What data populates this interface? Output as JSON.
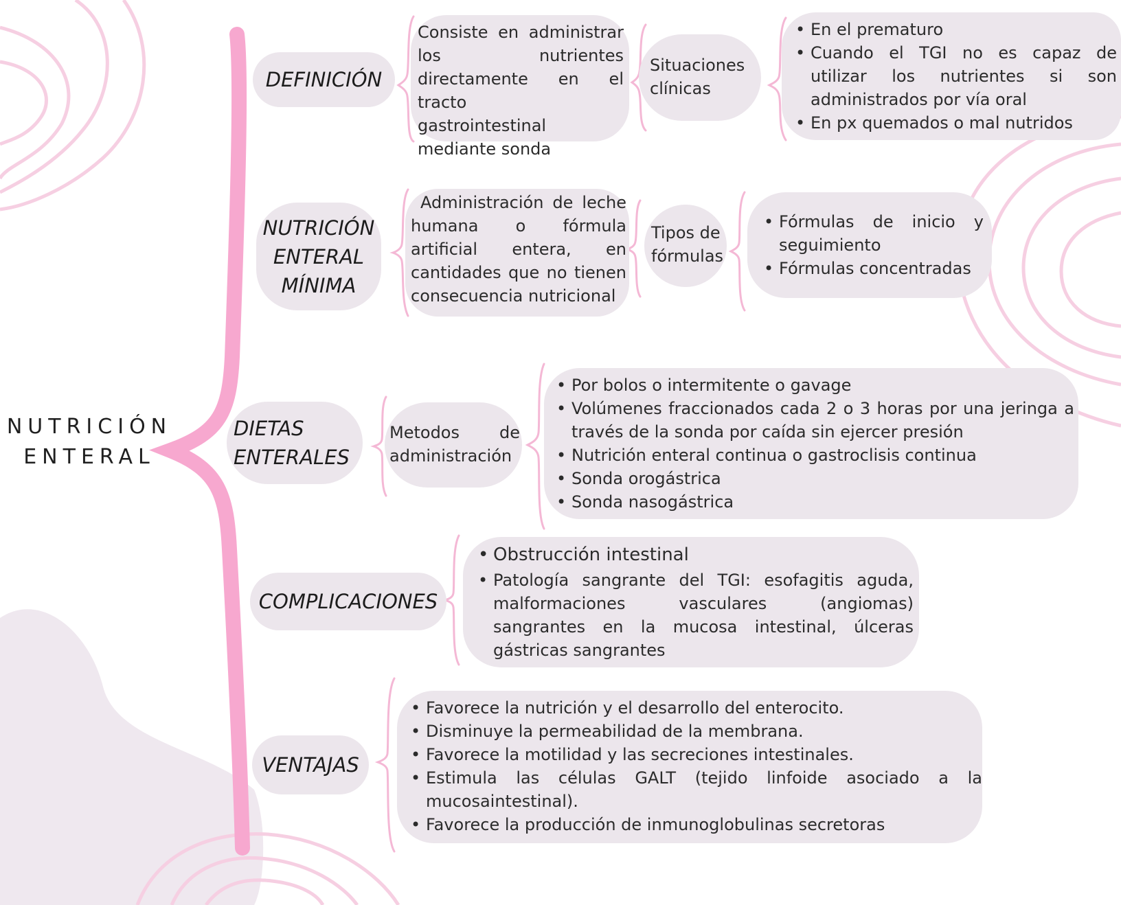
{
  "title": {
    "line1": "NUTRICIÓN",
    "line2": "ENTERAL"
  },
  "colors": {
    "main_bracket": "#f7a8cf",
    "sub_bracket": "#f4b8d5",
    "pill": "#ece6ec",
    "swirl": "#f6cfe2",
    "blob": "#efe8ef"
  },
  "branches": {
    "definicion": {
      "label": "DEFINICIÓN",
      "description": [
        "Consiste en administrar",
        "los nutrientes",
        "directamente en el tracto",
        "gastrointestinal",
        "mediante sonda"
      ],
      "sublabel": [
        "Situaciones",
        "clínicas"
      ],
      "items": [
        "En el prematuro",
        "Cuando el TGI no es capaz de utilizar los nutrientes si son administrados por vía oral",
        "En px quemados o mal nutridos"
      ]
    },
    "minima": {
      "label": [
        "NUTRICIÓN",
        "ENTERAL",
        "MÍNIMA"
      ],
      "description": [
        "Administración de leche",
        "humana o fórmula",
        "artificial entera, en",
        "cantidades que no tienen",
        "consecuencia nutricional"
      ],
      "sublabel": [
        "Tipos de",
        "fórmulas"
      ],
      "items": [
        "Fórmulas de inicio y seguimiento",
        "Fórmulas concentradas"
      ]
    },
    "dietas": {
      "label": [
        "DIETAS",
        "ENTERALES"
      ],
      "sublabel": [
        "Metodos de",
        "administración"
      ],
      "items": [
        "Por bolos o intermitente o gavage",
        "Volúmenes fraccionados cada 2 o 3 horas por una jeringa a través de la sonda por caída sin ejercer presión",
        "Nutrición enteral continua o gastroclisis continua",
        "Sonda orogástrica",
        "Sonda nasogástrica"
      ]
    },
    "complicaciones": {
      "label": "COMPLICACIONES",
      "items": [
        "Obstrucción intestinal",
        "Patología sangrante del TGI: esofagitis aguda, malformaciones vasculares (angiomas) sangrantes en la mucosa intestinal, úlceras gástricas sangrantes"
      ]
    },
    "ventajas": {
      "label": "VENTAJAS",
      "items": [
        "Favorece la nutrición y el desarrollo del enterocito.",
        "Disminuye la permeabilidad de la membrana.",
        "Favorece la motilidad y las secreciones intestinales.",
        "Estimula las células GALT (tejido linfoide asociado a la mucosaintestinal).",
        "Favorece la producción de inmunoglobulinas secretoras"
      ]
    }
  }
}
